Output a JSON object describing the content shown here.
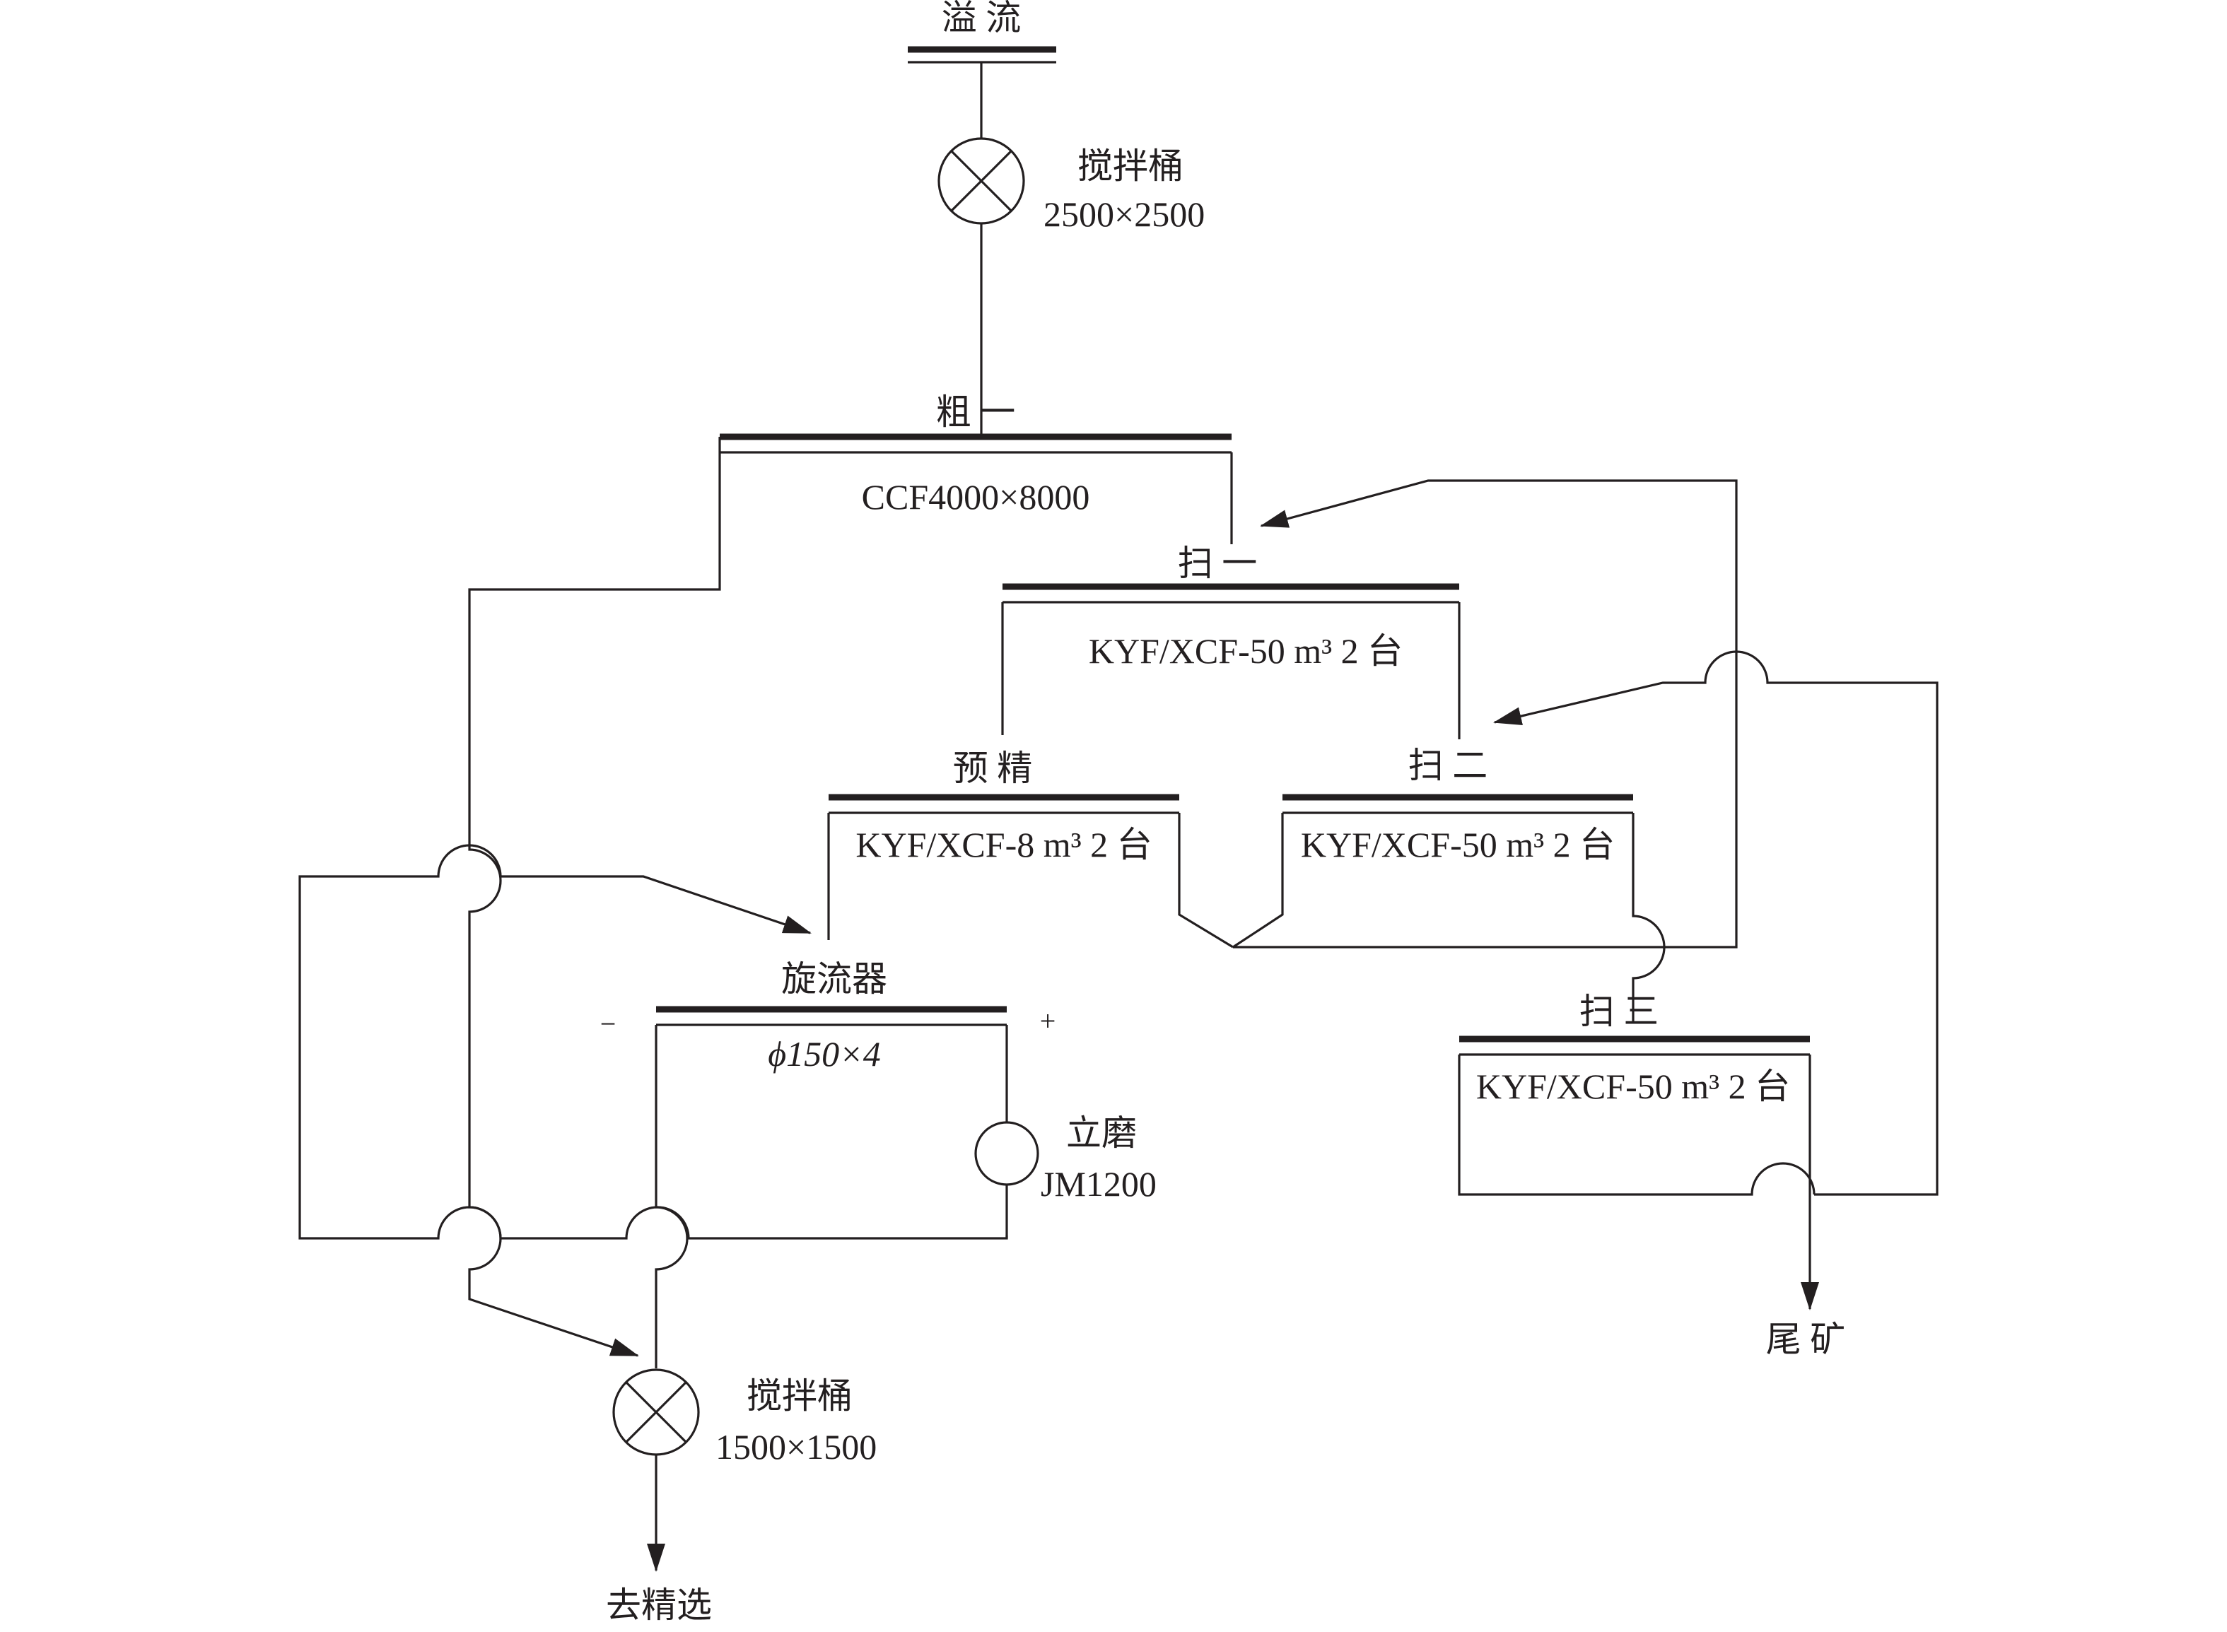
{
  "overflow": {
    "label": "溢 流"
  },
  "tank_top": {
    "name": "搅拌桶",
    "size": "2500×2500"
  },
  "rougher": {
    "name": "粗 一",
    "spec": "CCF4000×8000"
  },
  "scav1": {
    "name": "扫 一",
    "spec": "KYF/XCF-50 m³ 2 台"
  },
  "precon": {
    "name": "预 精",
    "spec": "KYF/XCF-8 m³ 2 台"
  },
  "scav2": {
    "name": "扫 二",
    "spec": "KYF/XCF-50 m³ 2 台"
  },
  "cyclone": {
    "name": "旋流器",
    "spec": "ϕ150×4",
    "minus": "−",
    "plus": "+"
  },
  "mill": {
    "name": "立磨",
    "model": "JM1200"
  },
  "scav3": {
    "name": "扫 三",
    "spec": "KYF/XCF-50 m³ 2 台"
  },
  "tank_bottom": {
    "name": "搅拌桶",
    "size": "1500×1500"
  },
  "tailings": {
    "label": "尾 矿"
  },
  "to_cleaning": {
    "label": "去精选"
  },
  "colors": {
    "ink": "#231f20",
    "background": "#ffffff"
  }
}
